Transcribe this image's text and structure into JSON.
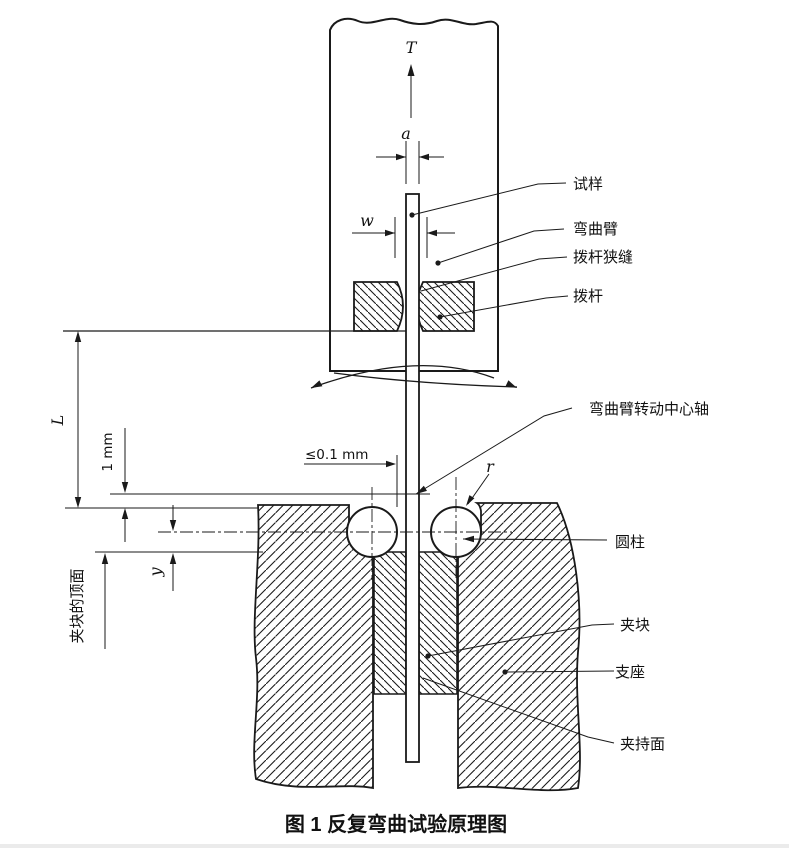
{
  "title": "图 1  反复弯曲试验原理图",
  "labels": {
    "specimen": "试样",
    "bending_arm": "弯曲臂",
    "lever_slot": "拨杆狭缝",
    "lever": "拨杆",
    "rotation_axis": "弯曲臂转动中心轴",
    "cylinder": "圆柱",
    "clamp_block": "夹块",
    "support": "支座",
    "clamping_surface": "夹持面",
    "clamp_top_surface": "夹块的顶面"
  },
  "dimensions": {
    "force": "T",
    "specimen_thickness": "a",
    "slot_width": "w",
    "free_length": "L",
    "axis_offset": "1 mm",
    "cylinder_clearance": "≤0.1 mm",
    "clamp_distance": "y",
    "cylinder_radius": "r"
  },
  "colors": {
    "line": "#1a1a1a",
    "background": "#ffffff"
  }
}
